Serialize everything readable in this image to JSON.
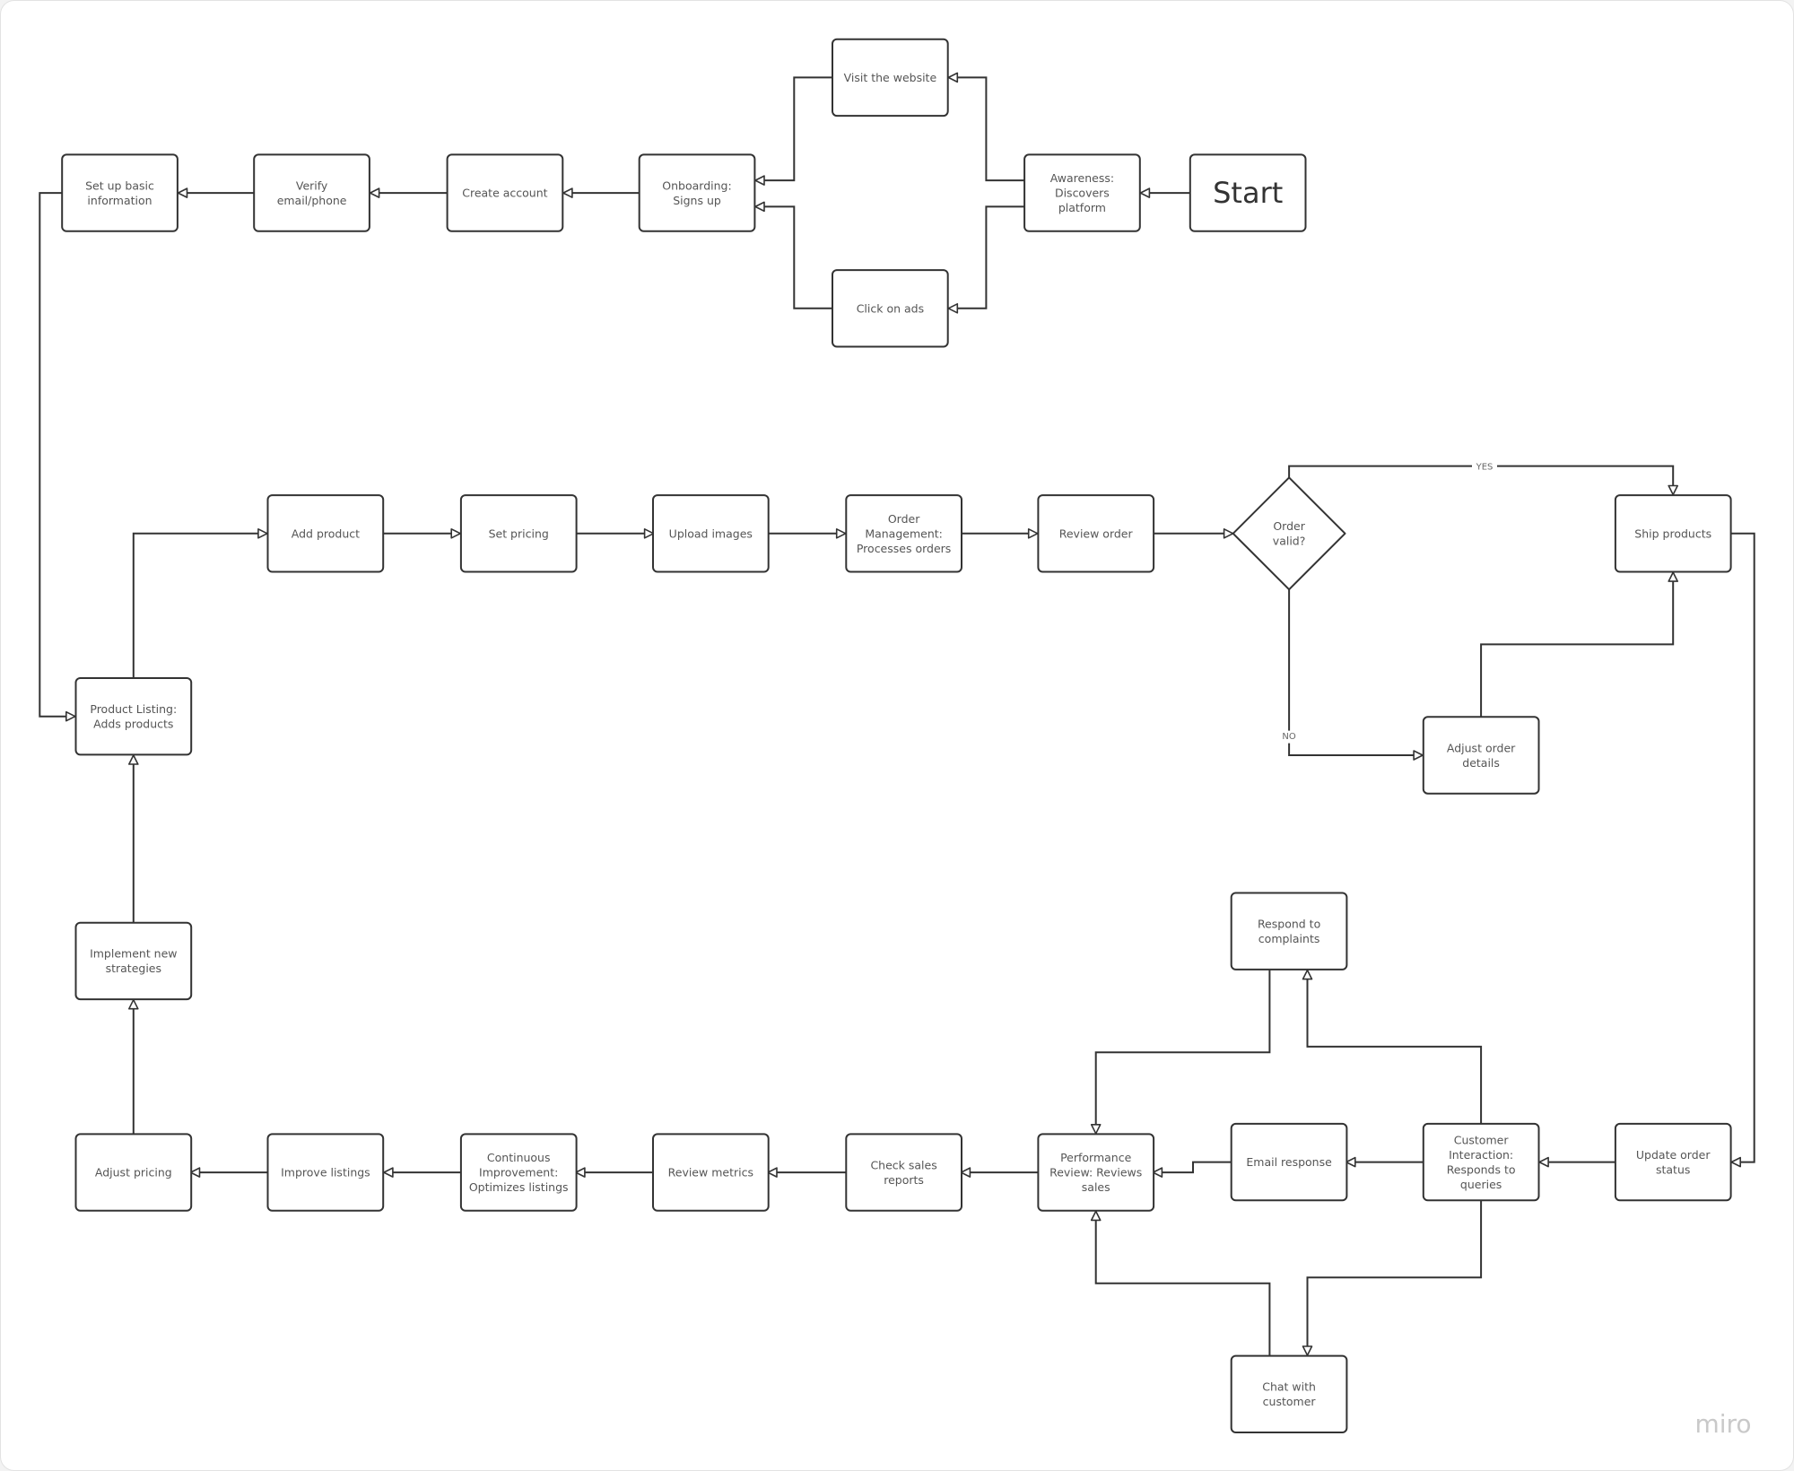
{
  "board": {
    "watermark": "miro",
    "nodes": [
      {
        "id": "start",
        "lines": [
          "Start"
        ]
      },
      {
        "id": "awareness",
        "lines": [
          "Awareness:",
          "Discovers",
          "platform"
        ]
      },
      {
        "id": "visit",
        "lines": [
          "Visit the website"
        ]
      },
      {
        "id": "ads",
        "lines": [
          "Click on ads"
        ]
      },
      {
        "id": "onboarding",
        "lines": [
          "Onboarding:",
          "Signs up"
        ]
      },
      {
        "id": "create",
        "lines": [
          "Create account"
        ]
      },
      {
        "id": "verify",
        "lines": [
          "Verify",
          "email/phone"
        ]
      },
      {
        "id": "setup",
        "lines": [
          "Set up basic",
          "information"
        ]
      },
      {
        "id": "listing",
        "lines": [
          "Product Listing:",
          "Adds products"
        ]
      },
      {
        "id": "addproduct",
        "lines": [
          "Add product"
        ]
      },
      {
        "id": "setpricing",
        "lines": [
          "Set pricing"
        ]
      },
      {
        "id": "upload",
        "lines": [
          "Upload images"
        ]
      },
      {
        "id": "ordermgmt",
        "lines": [
          "Order",
          "Management:",
          "Processes orders"
        ]
      },
      {
        "id": "review",
        "lines": [
          "Review order"
        ]
      },
      {
        "id": "valid",
        "lines": [
          "Order",
          "valid?"
        ]
      },
      {
        "id": "ship",
        "lines": [
          "Ship products"
        ]
      },
      {
        "id": "adjustorder",
        "lines": [
          "Adjust order",
          "details"
        ]
      },
      {
        "id": "updatestatus",
        "lines": [
          "Update order",
          "status"
        ]
      },
      {
        "id": "custint",
        "lines": [
          "Customer",
          "Interaction:",
          "Responds to",
          "queries"
        ]
      },
      {
        "id": "complaints",
        "lines": [
          "Respond to",
          "complaints"
        ]
      },
      {
        "id": "email",
        "lines": [
          "Email response"
        ]
      },
      {
        "id": "chat",
        "lines": [
          "Chat with",
          "customer"
        ]
      },
      {
        "id": "perf",
        "lines": [
          "Performance",
          "Review: Reviews",
          "sales"
        ]
      },
      {
        "id": "checksales",
        "lines": [
          "Check sales",
          "reports"
        ]
      },
      {
        "id": "metrics",
        "lines": [
          "Review metrics"
        ]
      },
      {
        "id": "contimp",
        "lines": [
          "Continuous",
          "Improvement:",
          "Optimizes listings"
        ]
      },
      {
        "id": "improve",
        "lines": [
          "Improve listings"
        ]
      },
      {
        "id": "adjustpricing",
        "lines": [
          "Adjust pricing"
        ]
      },
      {
        "id": "strategies",
        "lines": [
          "Implement new",
          "strategies"
        ]
      }
    ],
    "edges": [
      {
        "from": "start",
        "to": "awareness"
      },
      {
        "from": "awareness",
        "to": "visit"
      },
      {
        "from": "awareness",
        "to": "ads"
      },
      {
        "from": "visit",
        "to": "onboarding"
      },
      {
        "from": "ads",
        "to": "onboarding"
      },
      {
        "from": "onboarding",
        "to": "create"
      },
      {
        "from": "create",
        "to": "verify"
      },
      {
        "from": "verify",
        "to": "setup"
      },
      {
        "from": "setup",
        "to": "listing"
      },
      {
        "from": "listing",
        "to": "addproduct"
      },
      {
        "from": "addproduct",
        "to": "setpricing"
      },
      {
        "from": "setpricing",
        "to": "upload"
      },
      {
        "from": "upload",
        "to": "ordermgmt"
      },
      {
        "from": "ordermgmt",
        "to": "review"
      },
      {
        "from": "review",
        "to": "valid"
      },
      {
        "from": "valid",
        "to": "ship",
        "label": "YES"
      },
      {
        "from": "valid",
        "to": "adjustorder",
        "label": "NO"
      },
      {
        "from": "adjustorder",
        "to": "ship"
      },
      {
        "from": "ship",
        "to": "updatestatus"
      },
      {
        "from": "updatestatus",
        "to": "custint"
      },
      {
        "from": "custint",
        "to": "complaints"
      },
      {
        "from": "custint",
        "to": "email"
      },
      {
        "from": "custint",
        "to": "chat"
      },
      {
        "from": "complaints",
        "to": "perf"
      },
      {
        "from": "email",
        "to": "perf"
      },
      {
        "from": "chat",
        "to": "perf"
      },
      {
        "from": "perf",
        "to": "checksales"
      },
      {
        "from": "checksales",
        "to": "metrics"
      },
      {
        "from": "metrics",
        "to": "contimp"
      },
      {
        "from": "contimp",
        "to": "improve"
      },
      {
        "from": "improve",
        "to": "adjustpricing"
      },
      {
        "from": "adjustpricing",
        "to": "strategies"
      },
      {
        "from": "strategies",
        "to": "listing"
      }
    ]
  }
}
